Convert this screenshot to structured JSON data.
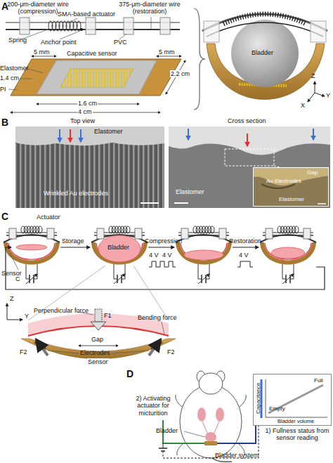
{
  "diagram": {
    "nodes": [
      {
        "text": [
          "Top view",
          "Elastomer",
          "Wrinkled Au electrodes"
        ]
      },
      {
        "text": [
          "Cross section",
          "Elastomer"
        ]
      },
      {
        "text": [
          "Gap",
          "Au Electrodes",
          "Elastomer"
        ],
        "in": 1
      },
      {
        "text": [
          "Capacitance",
          "Full",
          "Empty",
          "Bladder volume"
        ]
      }
    ],
    "labels": [
      "A",
      "200-μm-diameter wire (compression)",
      "SMA-based actuator",
      "375-μm-diameter wire (restoration)",
      "Spring",
      "Anchor point",
      "PVC",
      "5 mm",
      "Capacitive sensor",
      "5 mm",
      "Elastomer",
      "1.4 cm",
      "PI",
      "1.6 cm",
      "2.2 cm",
      "4 cm",
      "Bladder",
      "Z",
      "Y",
      "X",
      "B",
      "C",
      "Actuator",
      "Storage",
      "Bladder",
      "Compression",
      "4 V",
      "4 V",
      "Restoration",
      "4 V",
      "Sensor",
      "C",
      "Z",
      "Y",
      "Perpendicular force",
      "F1",
      "Bending force",
      "F2",
      "F2",
      "Gap",
      "Electrodes",
      "Sensor",
      "D",
      "2) Activating actuator for micturition",
      "Bladder",
      "Bladder system",
      "1) Fullness status from sensor reading"
    ]
  }
}
